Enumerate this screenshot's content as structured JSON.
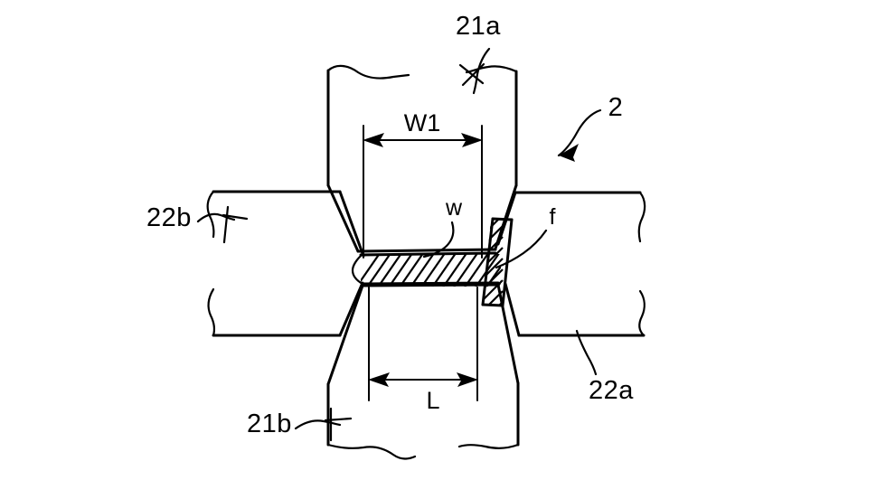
{
  "figure": {
    "type": "patent-line-drawing",
    "subject": "resistance-welding-electrodes-and-workpieces",
    "background_color": "#ffffff",
    "line_color": "#000000"
  },
  "reference_labels": {
    "upper_electrode": "21a",
    "lower_electrode": "21b",
    "right_workpiece": "22a",
    "left_workpiece": "22b",
    "assembly": "2",
    "weld_bead": "w",
    "flash": "f"
  },
  "dimensions": {
    "upper_width": "W1",
    "lower_length": "L"
  },
  "parts": [
    {
      "name": "upper-electrode",
      "label": "21a",
      "description": "tapered upper welding electrode"
    },
    {
      "name": "lower-electrode",
      "label": "21b",
      "description": "tapered lower welding electrode"
    },
    {
      "name": "left-workpiece",
      "label": "22b",
      "description": "left sheet with break line"
    },
    {
      "name": "right-workpiece",
      "label": "22a",
      "description": "right sheet with break line"
    },
    {
      "name": "weld-bead",
      "label": "w",
      "description": "horizontal hatched weld nugget"
    },
    {
      "name": "flash",
      "label": "f",
      "description": "vertical hatched expelled flash"
    }
  ]
}
